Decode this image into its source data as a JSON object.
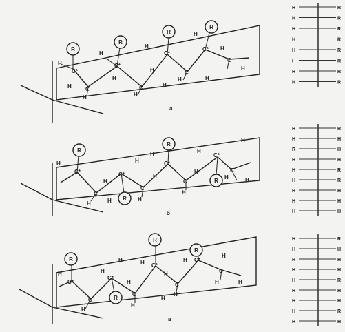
{
  "panels": [
    {
      "id": "a",
      "label": "a",
      "h": [
        "H",
        "H",
        "H",
        "H",
        "H",
        "H",
        "H",
        "H",
        "H",
        "H",
        "H",
        "H",
        "H",
        "H"
      ],
      "c": [
        "C*",
        "C",
        "C*",
        "C",
        "C*",
        "C",
        "C*",
        "C"
      ],
      "r": [
        "R",
        "R",
        "R",
        "R"
      ],
      "fisher_left": [
        "H",
        "H",
        "H",
        "H",
        "H",
        "I",
        "H",
        "H"
      ],
      "fisher_right": [
        "R",
        "R",
        "R",
        "R",
        "R",
        "R",
        "R",
        "R"
      ]
    },
    {
      "id": "b",
      "label": "б",
      "h": [
        "H",
        "H",
        "H",
        "H",
        "H",
        "H",
        "H",
        "H",
        "H",
        "H",
        "H",
        "H",
        "H",
        "H"
      ],
      "c": [
        "C*",
        "C",
        "C*",
        "C",
        "C*",
        "C",
        "C*",
        "C"
      ],
      "r": [
        "R",
        "R",
        "R",
        "R"
      ],
      "fisher_left": [
        "H",
        "H",
        "R",
        "H",
        "H",
        "H",
        "R",
        "H",
        "H"
      ],
      "fisher_right": [
        "R",
        "H",
        "H",
        "H",
        "R",
        "R",
        "H",
        "H",
        "H"
      ]
    },
    {
      "id": "c",
      "label": "в",
      "h": [
        "H",
        "H",
        "H",
        "H",
        "H",
        "H",
        "H",
        "H",
        "H",
        "H",
        "H",
        "H",
        "H",
        "H"
      ],
      "c": [
        "C*",
        "C",
        "C*",
        "C",
        "C*",
        "C",
        "C*",
        "C"
      ],
      "r": [
        "R",
        "R",
        "R",
        "R"
      ],
      "fisher_left": [
        "H",
        "H",
        "R",
        "H",
        "H",
        "H",
        "H",
        "H",
        "H"
      ],
      "fisher_right": [
        "R",
        "H",
        "H",
        "H",
        "R",
        "H",
        "H",
        "R",
        "H"
      ]
    }
  ]
}
